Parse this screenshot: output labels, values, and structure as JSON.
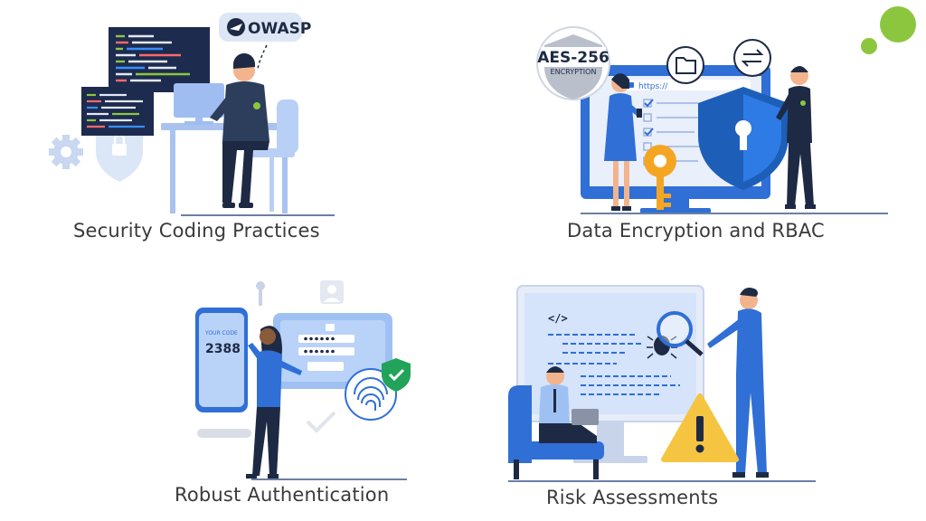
{
  "panels": {
    "secure_coding": {
      "caption": "Security Coding Practices",
      "badge": "OWASP"
    },
    "encryption": {
      "caption": "Data Encryption and RBAC",
      "badge_line1": "AES-256",
      "badge_line2": "ENCRYPTION",
      "url": "https://"
    },
    "authentication": {
      "caption": "Robust Authentication",
      "code_label": "YOUR CODE",
      "code_value": "2388"
    },
    "risk": {
      "caption": "Risk Assessments",
      "code_tag": "</>"
    }
  },
  "colors": {
    "primary_blue": "#2f6fd6",
    "light_blue": "#cfe0fa",
    "navy": "#1e2a44",
    "accent_green": "#8cc63f",
    "warning_yellow": "#f5c542",
    "key_orange": "#f4a623"
  }
}
